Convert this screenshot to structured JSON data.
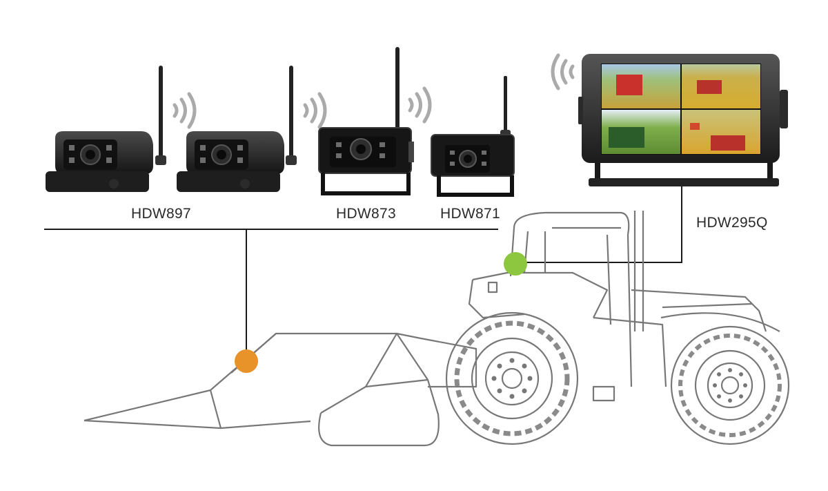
{
  "labels": {
    "camera_magnetic": "HDW897",
    "camera_box": "HDW873",
    "camera_mini": "HDW871",
    "monitor": "HDW295Q"
  },
  "colors": {
    "header_dot": "#e8922a",
    "cab_dot": "#8dc63f",
    "line": "#1a1a1a",
    "outline": "#777777"
  },
  "icons": {
    "signal": "wifi-signal-icon",
    "camera": "camera-icon",
    "monitor": "monitor-icon",
    "tractor": "tractor-icon"
  }
}
